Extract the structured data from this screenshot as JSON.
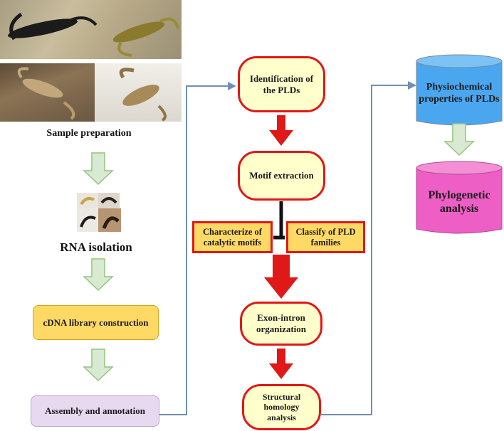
{
  "labels": {
    "sample_preparation": "Sample preparation",
    "rna_isolation": "RNA isolation"
  },
  "boxes": {
    "cdna": "cDNA library construction",
    "assembly": "Assembly and annotation",
    "identification": "Identification of the PLDs",
    "motif": "Motif extraction",
    "characterize": "Characterize of catalytic motifs",
    "classify": "Classify of PLD families",
    "exon_intron": "Exon-intron organization",
    "structural": "Structural homology analysis",
    "physiochemical": "Physiochemical properties of PLDs",
    "phylogenetic": "Phylogenetic analysis"
  },
  "colors": {
    "green_arrow_fill": "#d9ead3",
    "green_arrow_stroke": "#93c47d",
    "red_arrow": "#e01818",
    "connector": "#6f8fb5",
    "pill_fill": "#ffffcc",
    "pill_border": "#e01818",
    "orange_fill": "#ffd966",
    "lilac_fill": "#e6d9f0",
    "cylinder_blue": "#4aa7ef",
    "cylinder_pink": "#ee5fc6"
  }
}
